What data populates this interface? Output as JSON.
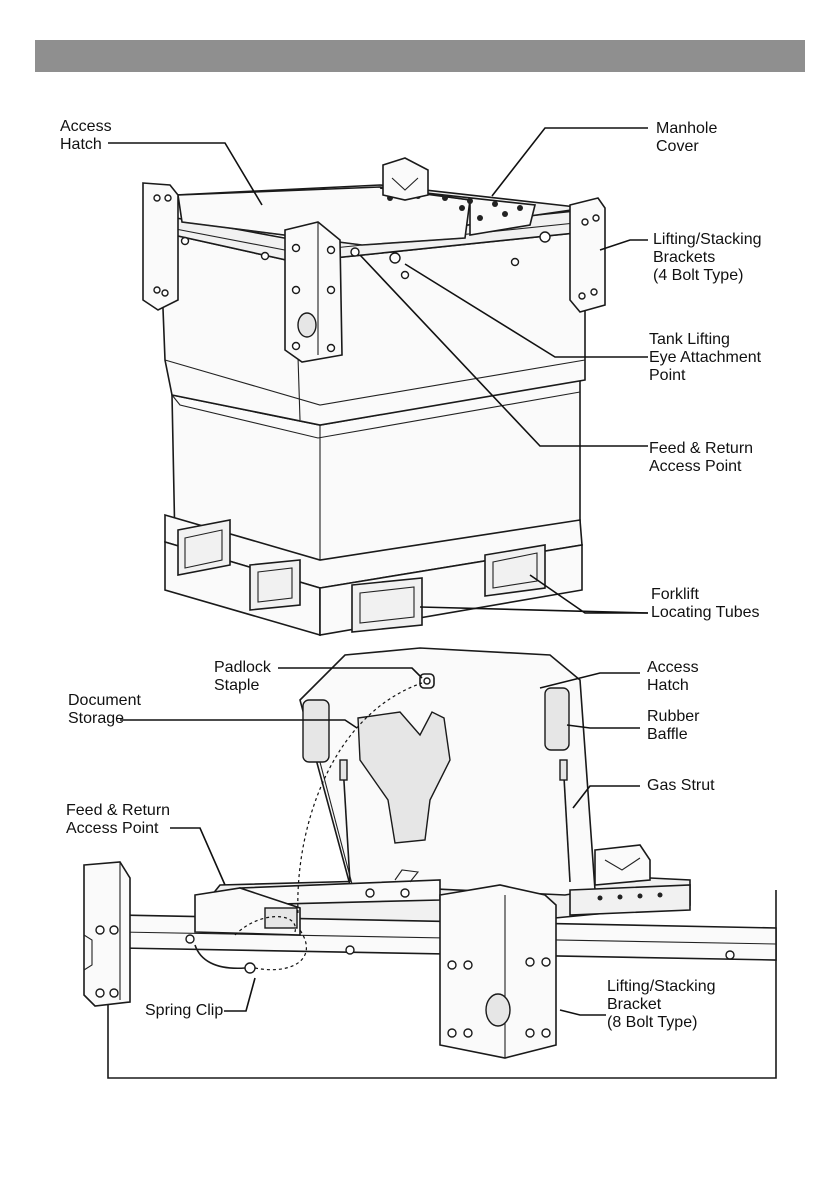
{
  "figure_top": {
    "labels": {
      "access_hatch": "Access\nHatch",
      "manhole_cover": "Manhole\nCover",
      "lifting_brackets_4": "Lifting/Stacking\nBrackets\n(4 Bolt Type)",
      "tank_lifting_eye": "Tank Lifting\nEye Attachment\nPoint",
      "feed_return": "Feed & Return\nAccess Point",
      "forklift_tubes": "Forklift\nLocating Tubes"
    }
  },
  "figure_bottom": {
    "labels": {
      "padlock_staple": "Padlock\nStaple",
      "access_hatch": "Access\nHatch",
      "document_storage": "Document\nStorage",
      "rubber_baffle": "Rubber\nBaffle",
      "gas_strut": "Gas Strut",
      "feed_return": "Feed & Return\nAccess Point",
      "lifting_bracket_8": "Lifting/Stacking\nBracket\n(8 Bolt Type)",
      "spring_clip": "Spring Clip"
    }
  },
  "colors": {
    "header_bar": "#8f8f8f",
    "line": "#1a1a1a"
  }
}
